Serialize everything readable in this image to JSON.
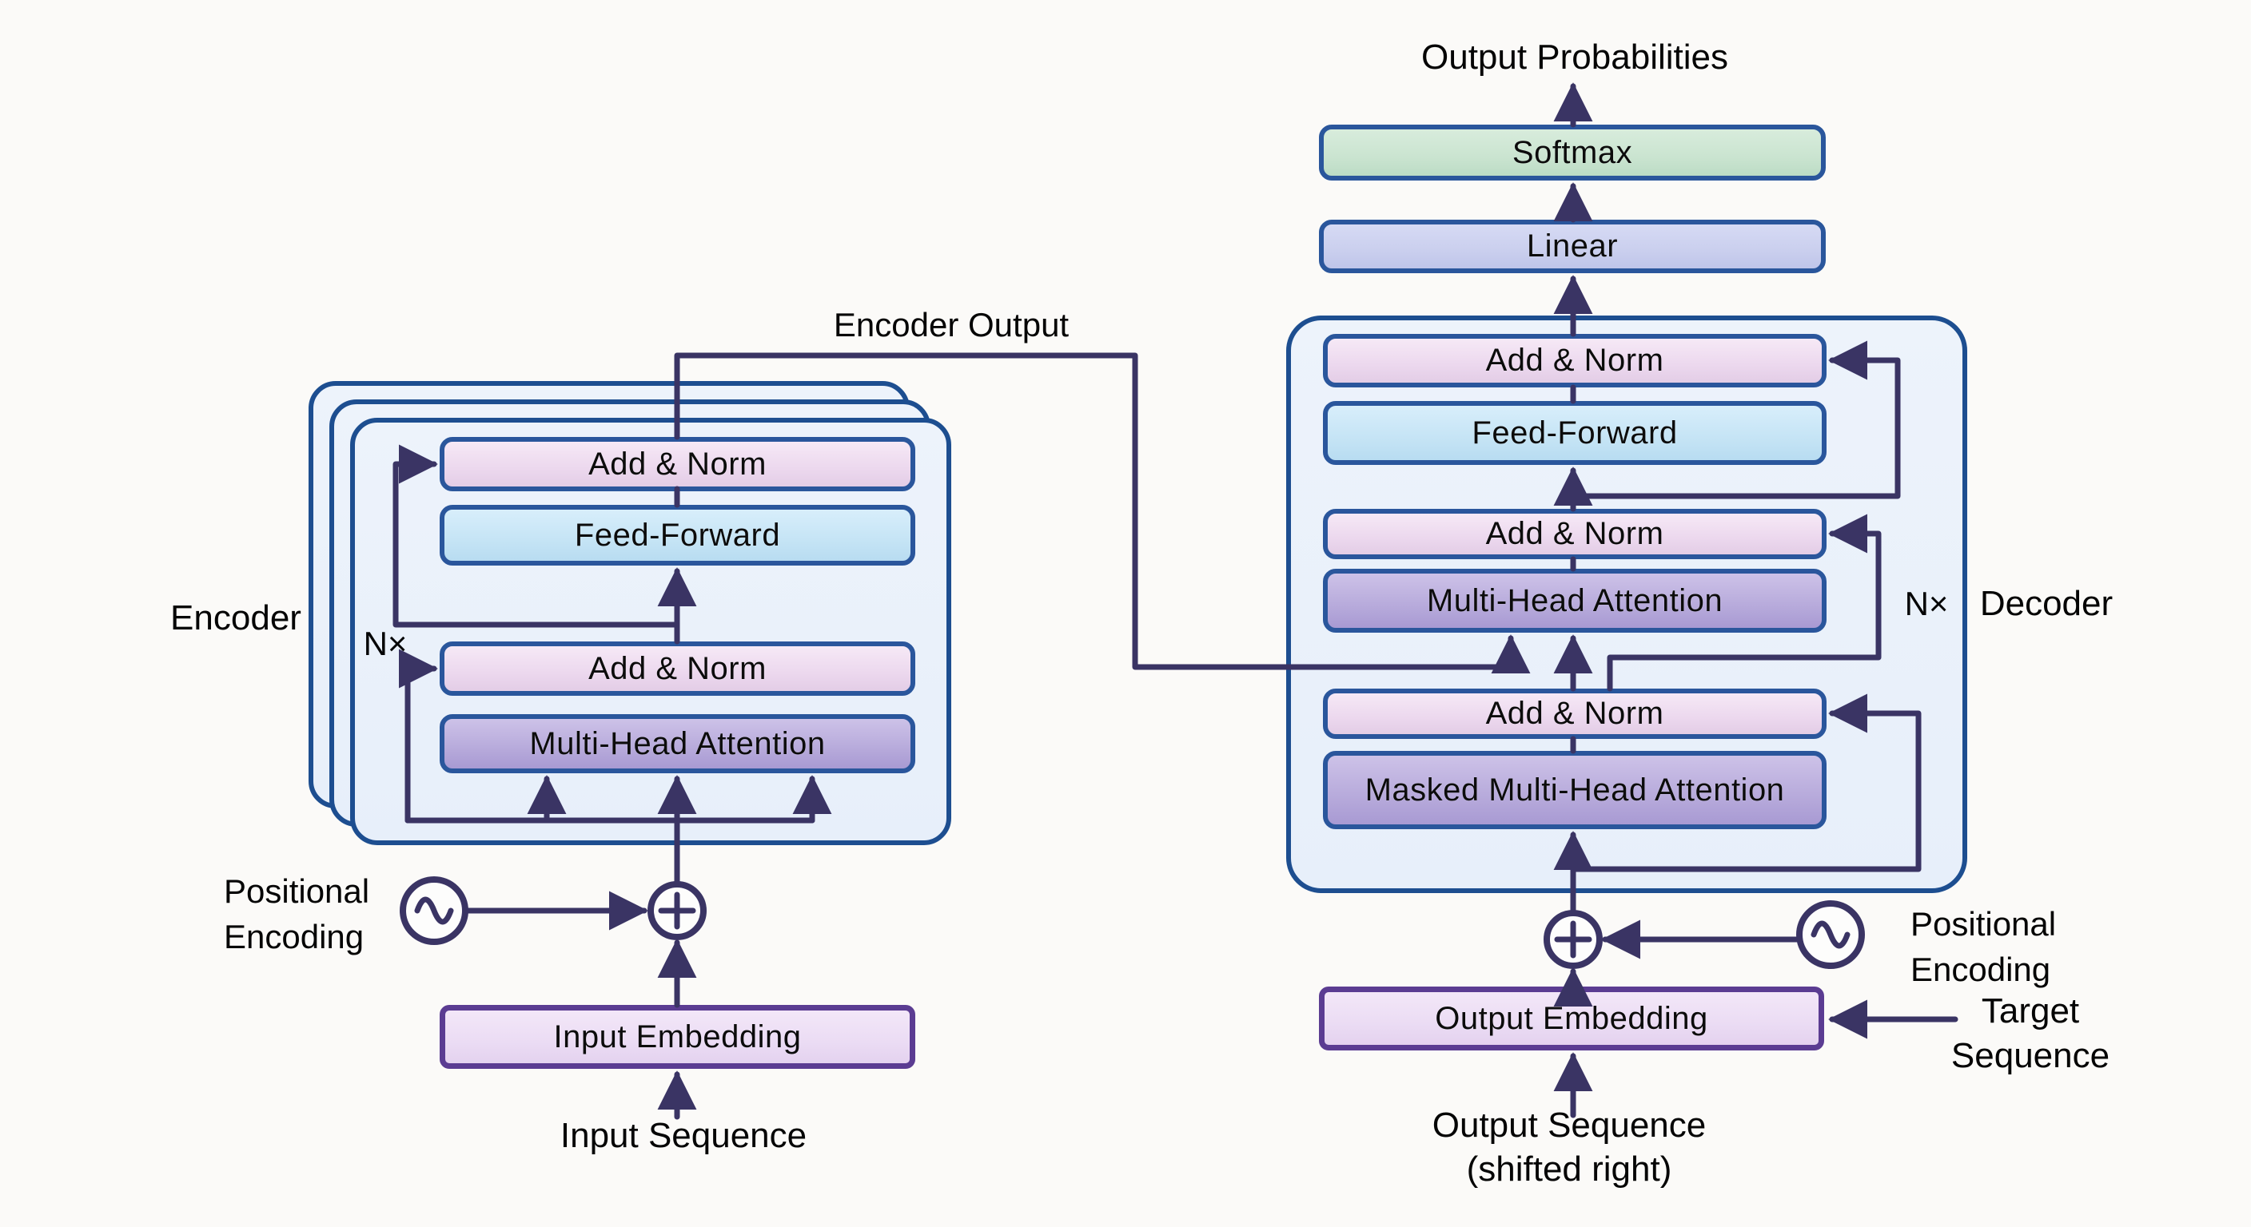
{
  "diagram": {
    "type": "transformer-architecture",
    "labels": {
      "output_probabilities": "Output Probabilities",
      "softmax": "Softmax",
      "linear": "Linear",
      "add_norm": "Add & Norm",
      "feed_forward": "Feed-Forward",
      "multi_head_attention": "Multi-Head Attention",
      "masked_multi_head_attention": "Masked Multi-Head Attention",
      "encoder_output": "Encoder Output",
      "encoder": "Encoder",
      "decoder": "Decoder",
      "n_times": "N×",
      "positional_line1": "Positional",
      "positional_line2": "Encoding",
      "input_embedding": "Input Embedding",
      "output_embedding": "Output Embedding",
      "input_sequence": "Input Sequence",
      "output_sequence_line1": "Output Sequence",
      "output_sequence_line2": "(shifted right)",
      "target_line1": "Target",
      "target_line2": "Sequence"
    },
    "icons": {
      "positional_encoding": "sine-wave-in-circle-icon",
      "add": "plus-in-circle-icon",
      "connections": "arrow-icon"
    },
    "colors": {
      "background": "#fbfaf8",
      "container_fill": "#e9f1fa",
      "container_border": "#1d4e90",
      "box_border": "#2a569c",
      "add_norm_fill": "#ecd8ee",
      "feed_forward_fill": "#c5e4f5",
      "attention_fill": "#b7aadb",
      "softmax_fill": "#cae4d0",
      "linear_fill": "#cacfee",
      "embedding_fill": "#ebdcf4",
      "embedding_border": "#5b3c92",
      "wire": "#3a3464",
      "text": "#0c0c0c"
    }
  }
}
